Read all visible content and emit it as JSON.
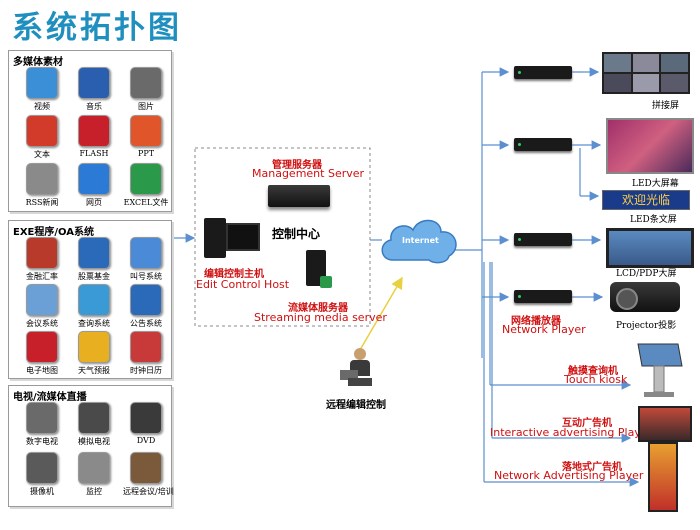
{
  "title": "系统拓扑图",
  "panel_media": {
    "title": "多媒体素材",
    "items": [
      {
        "label": "视频",
        "icon": "video-icon",
        "color": "#3a8fd6"
      },
      {
        "label": "音乐",
        "icon": "music-icon",
        "color": "#2a5fb0"
      },
      {
        "label": "图片",
        "icon": "picture-icon",
        "color": "#6a6a6a"
      },
      {
        "label": "文本",
        "icon": "text-icon",
        "color": "#d23a2a"
      },
      {
        "label": "FLASH",
        "icon": "flash-icon",
        "color": "#c8202a"
      },
      {
        "label": "PPT",
        "icon": "ppt-icon",
        "color": "#e0562a"
      },
      {
        "label": "RSS新闻",
        "icon": "rss-icon",
        "color": "#8a8a8a"
      },
      {
        "label": "网页",
        "icon": "web-icon",
        "color": "#2a7ad6"
      },
      {
        "label": "EXCEL文件",
        "icon": "excel-icon",
        "color": "#2a9a4a"
      }
    ]
  },
  "panel_exe": {
    "title": "EXE程序/OA系统",
    "items": [
      {
        "label": "金融汇率",
        "icon": "finance-icon",
        "color": "#b83a2a"
      },
      {
        "label": "股票基金",
        "icon": "stock-icon",
        "color": "#2a6ab8"
      },
      {
        "label": "叫号系统",
        "icon": "queue-icon",
        "color": "#4a8ad6"
      },
      {
        "label": "会议系统",
        "icon": "meeting-icon",
        "color": "#6aa0d6"
      },
      {
        "label": "查询系统",
        "icon": "query-icon",
        "color": "#3a9ad6"
      },
      {
        "label": "公告系统",
        "icon": "notice-icon",
        "color": "#2a6ab8"
      },
      {
        "label": "电子地图",
        "icon": "map-icon",
        "color": "#c8202a"
      },
      {
        "label": "天气预报",
        "icon": "weather-icon",
        "color": "#e8b020"
      },
      {
        "label": "时钟日历",
        "icon": "clock-icon",
        "color": "#c83a3a"
      }
    ]
  },
  "panel_tv": {
    "title": "电视/流媒体直播",
    "items": [
      {
        "label": "数字电视",
        "icon": "satellite-icon",
        "color": "#6a6a6a"
      },
      {
        "label": "模拟电视",
        "icon": "tower-icon",
        "color": "#4a4a4a"
      },
      {
        "label": "DVD",
        "icon": "dvd-icon",
        "color": "#3a3a3a"
      },
      {
        "label": "摄像机",
        "icon": "camcorder-icon",
        "color": "#5a5a5a"
      },
      {
        "label": "监控",
        "icon": "cctv-icon",
        "color": "#8a8a8a"
      },
      {
        "label": "远程会议/培训",
        "icon": "conference-icon",
        "color": "#7a5a3a"
      }
    ]
  },
  "center": {
    "management_server_cn": "管理服务器",
    "management_server_en": "Management Server",
    "control_center": "控制中心",
    "edit_host_cn": "编辑控制主机",
    "edit_host_en": "Edit Control Host",
    "streaming_cn": "流媒体服务器",
    "streaming_en": "Streaming media server",
    "internet": "Internet",
    "remote_cn": "远程编辑控制"
  },
  "outputs": {
    "splice": "拼接屏",
    "led_big": "LED大屏幕",
    "led_strip_text": "欢迎光临",
    "led_strip": "LED条文屏",
    "lcd": "LCD/PDP大屏",
    "network_player_cn": "网络播放器",
    "network_player_en": "Network Player",
    "projector": "Projector投影",
    "touch_cn": "触摸查询机",
    "touch_en": "Touch kiosk",
    "interactive_cn": "互动广告机",
    "interactive_en": "Interactive advertising Player",
    "floor_cn": "落地式广告机",
    "floor_en": "Network Advertising Player"
  },
  "colors": {
    "title": "#1f8fbf",
    "line": "#5b8fd0",
    "label_red": "#d01010"
  }
}
